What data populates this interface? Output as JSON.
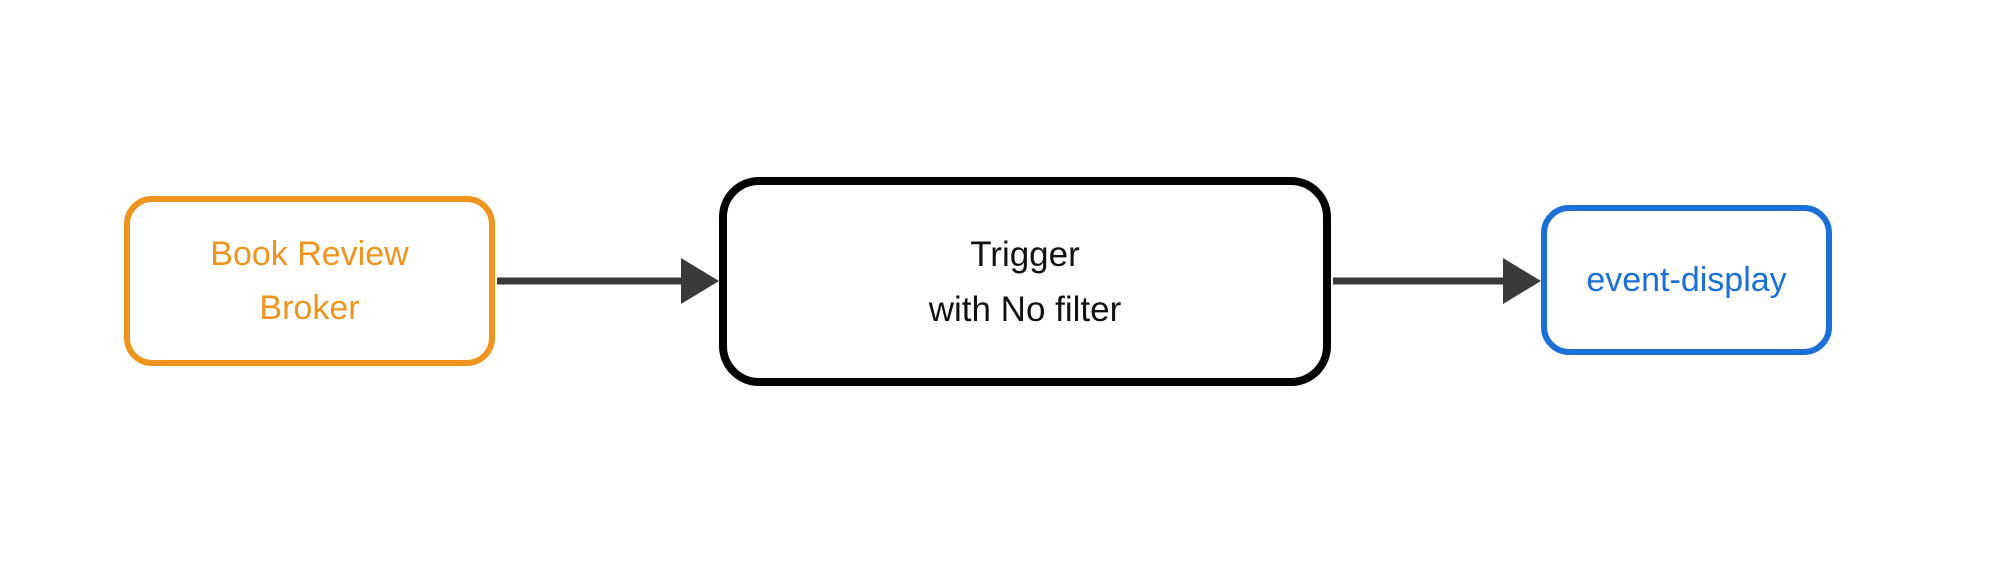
{
  "diagram": {
    "background_color": "#ffffff",
    "arrow_color": "#3a3a3a",
    "nodes": {
      "broker": {
        "line1": "Book Review",
        "line2": "Broker",
        "color": "#f0941e"
      },
      "trigger": {
        "line1": "Trigger",
        "line2": "with No filter",
        "color": "#000000"
      },
      "event_display": {
        "label": "event-display",
        "color": "#1a70d6"
      }
    },
    "edges": [
      {
        "from": "Book Review Broker",
        "to": "Trigger with No filter"
      },
      {
        "from": "Trigger with No filter",
        "to": "event-display"
      }
    ]
  }
}
